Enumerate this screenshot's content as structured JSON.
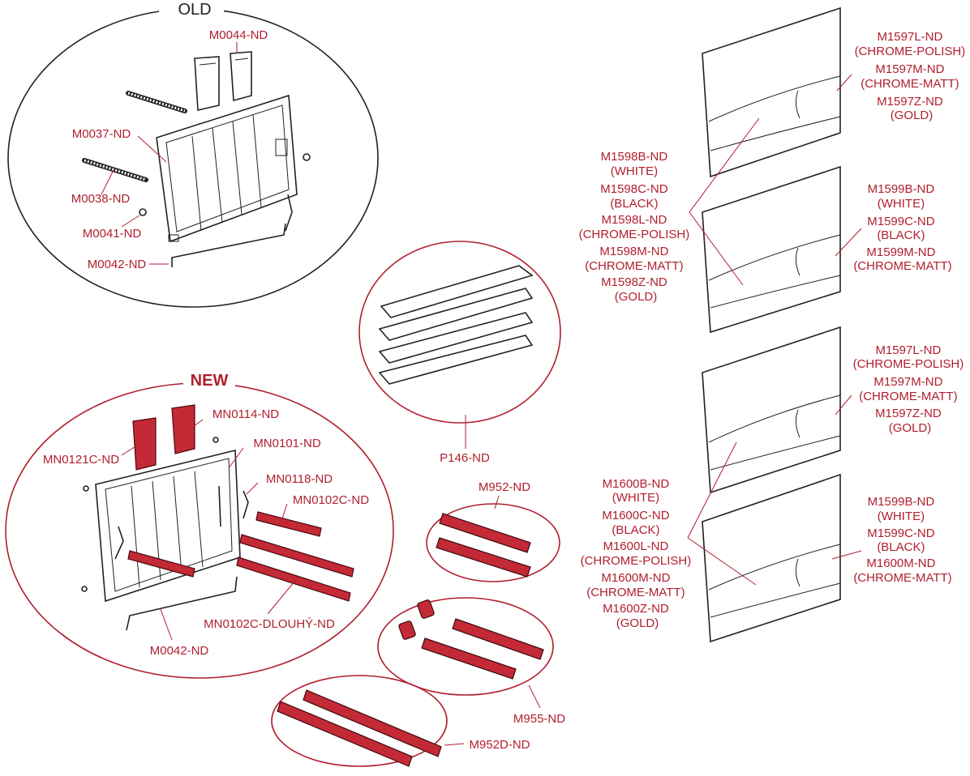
{
  "headings": {
    "old": "OLD",
    "new": "NEW"
  },
  "colors": {
    "label": "#b01f2e",
    "part_red": "#c32a36",
    "line": "#222222",
    "circle_red": "#b01f2e"
  },
  "labels": {
    "m0044": "M0044-ND",
    "m0037": "M0037-ND",
    "m0038": "M0038-ND",
    "m0041": "M0041-ND",
    "m0042_old": "M0042-ND",
    "mn0114": "MN0114-ND",
    "mn0121c": "MN0121C-ND",
    "mn0101": "MN0101-ND",
    "mn0118": "MN0118-ND",
    "mn0102c": "MN0102C-ND",
    "mn0102c_dlouhy": "MN0102C-DLOUHÝ-ND",
    "m0042_new": "M0042-ND",
    "p146": "P146-ND",
    "m952": "M952-ND",
    "m955": "M955-ND",
    "m952d": "M952D-ND"
  },
  "buttons": {
    "group1_right": [
      "M1597L-ND",
      "(CHROME-POLISH)",
      "M1597M-ND",
      "(CHROME-MATT)",
      "M1597Z-ND",
      "(GOLD)"
    ],
    "group2_left": [
      "M1598B-ND",
      "(WHITE)",
      "M1598C-ND",
      "(BLACK)",
      "M1598L-ND",
      "(CHROME-POLISH)",
      "M1598M-ND",
      "(CHROME-MATT)",
      "M1598Z-ND",
      "(GOLD)"
    ],
    "group2_right": [
      "M1599B-ND",
      "(WHITE)",
      "M1599C-ND",
      "(BLACK)",
      "M1599M-ND",
      "(CHROME-MATT)"
    ],
    "group3_right": [
      "M1597L-ND",
      "(CHROME-POLISH)",
      "M1597M-ND",
      "(CHROME-MATT)",
      "M1597Z-ND",
      "(GOLD)"
    ],
    "group4_left": [
      "M1600B-ND",
      "(WHITE)",
      "M1600C-ND",
      "(BLACK)",
      "M1600L-ND",
      "(CHROME-POLISH)",
      "M1600M-ND",
      "(CHROME-MATT)",
      "M1600Z-ND",
      "(GOLD)"
    ],
    "group4_right": [
      "M1599B-ND",
      "(WHITE)",
      "M1599C-ND",
      "(BLACK)",
      "M1600M-ND",
      "(CHROME-MATT)"
    ]
  }
}
